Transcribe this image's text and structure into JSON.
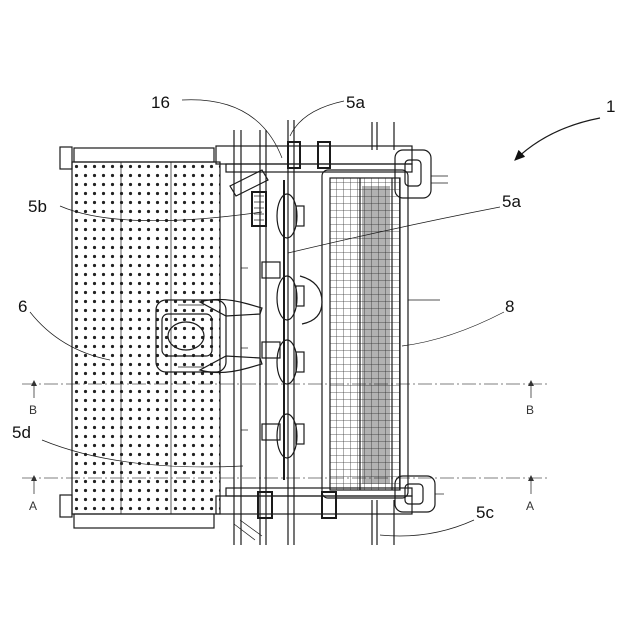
{
  "labels": {
    "ref_1": "1",
    "ref_16": "16",
    "ref_5a_top": "5a",
    "ref_5a_mid": "5a",
    "ref_5b": "5b",
    "ref_6": "6",
    "ref_5d": "5d",
    "ref_8": "8",
    "ref_5c": "5c"
  },
  "section_marks": {
    "a_left": "A",
    "a_right": "A",
    "b_left": "B",
    "b_right": "B"
  }
}
